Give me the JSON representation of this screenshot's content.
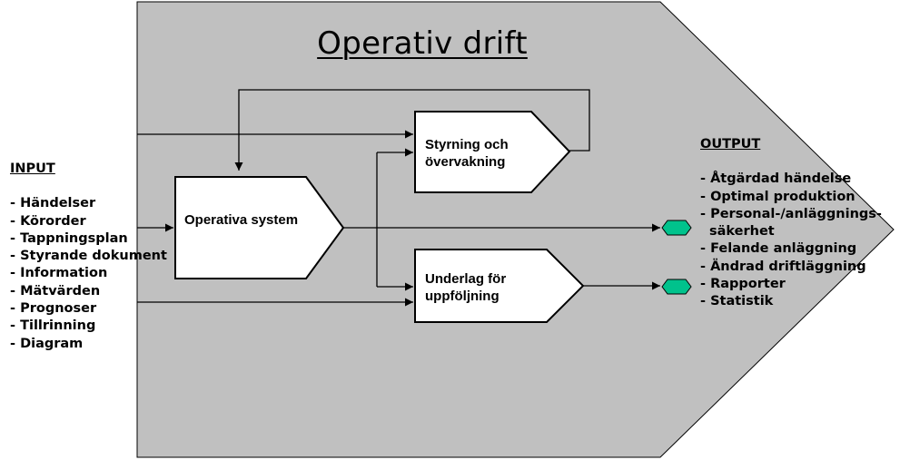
{
  "title": "Operativ drift",
  "boxes": {
    "operativa_system": "Operativa system",
    "styrning": [
      "Styrning och",
      "övervakning"
    ],
    "underlag": [
      "Underlag för",
      "uppföljning"
    ]
  },
  "input": {
    "heading": "INPUT",
    "items": [
      "Händelser",
      "Körorder",
      "Tappningsplan",
      "Styrande dokument",
      "Information",
      "Mätvärden",
      "Prognoser",
      "Tillrinning",
      "Diagram"
    ]
  },
  "output": {
    "heading": "OUTPUT",
    "items": [
      "Åtgärdad händelse",
      "Optimal produktion",
      "Personal-/anläggnings-",
      "Felande anläggning",
      "Ändrad driftläggning",
      "Rapporter",
      "Statistik"
    ],
    "item_continuation": "säkerhet"
  },
  "colors": {
    "background_shape": "#c0c0c0",
    "box_fill": "#ffffff",
    "connector_fill": "#00c28c",
    "line": "#000000"
  }
}
